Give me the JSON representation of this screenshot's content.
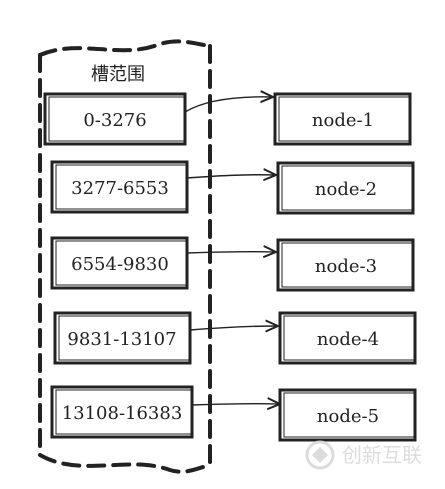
{
  "diagram": {
    "group_label": "槽范围",
    "ranges": [
      {
        "label": "0-3276",
        "target": "node-1"
      },
      {
        "label": "3277-6553",
        "target": "node-2"
      },
      {
        "label": "6554-9830",
        "target": "node-3"
      },
      {
        "label": "9831-13107",
        "target": "node-4"
      },
      {
        "label": "13108-16383",
        "target": "node-5"
      }
    ],
    "nodes": [
      "node-1",
      "node-2",
      "node-3",
      "node-4",
      "node-5"
    ]
  },
  "watermark": {
    "text": "创新互联"
  },
  "colors": {
    "stroke": "#222222",
    "text": "#222222",
    "watermark": "#d9d9d9"
  }
}
